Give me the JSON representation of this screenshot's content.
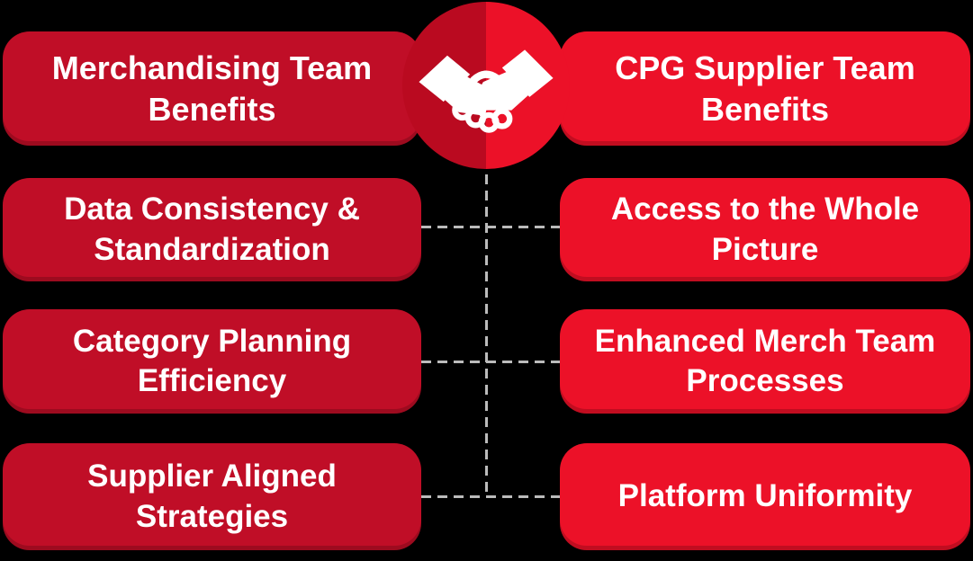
{
  "colors": {
    "dark_red": "#C00E27",
    "bright_red": "#EC1128",
    "circle_left": "#BA0A20",
    "circle_right": "#EC1128",
    "text": "#FFFFFF",
    "connector": "#BBBBBB"
  },
  "left_column": {
    "header": {
      "label": "Merchandising Team\nBenefits"
    },
    "items": [
      {
        "label": "Data Consistency &\nStandardization"
      },
      {
        "label": "Category Planning\nEfficiency"
      },
      {
        "label": "Supplier Aligned\nStrategies"
      }
    ]
  },
  "right_column": {
    "header": {
      "label": "CPG Supplier Team\nBenefits"
    },
    "items": [
      {
        "label": "Access to the Whole\nPicture"
      },
      {
        "label": "Enhanced Merch Team\nProcesses"
      },
      {
        "label": "Platform Uniformity"
      }
    ]
  },
  "center": {
    "icon": "handshake-icon"
  }
}
